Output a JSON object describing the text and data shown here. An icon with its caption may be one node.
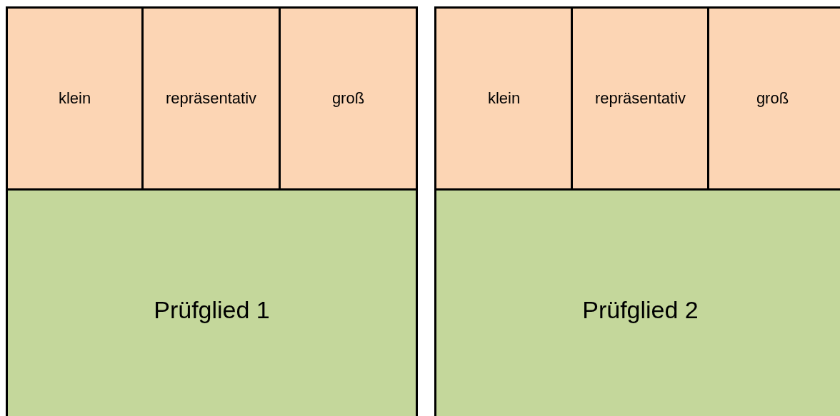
{
  "diagram": {
    "nodes": [
      {
        "text": [
          "klein"
        ]
      },
      {
        "text": [
          "repräsentativ"
        ]
      },
      {
        "text": [
          "groß"
        ]
      },
      {
        "text": [
          "Prüfglied 1"
        ]
      },
      {
        "text": [
          "klein"
        ]
      },
      {
        "text": [
          "repräsentativ"
        ]
      },
      {
        "text": [
          "groß"
        ]
      },
      {
        "text": [
          "Prüfglied 2"
        ]
      }
    ]
  }
}
